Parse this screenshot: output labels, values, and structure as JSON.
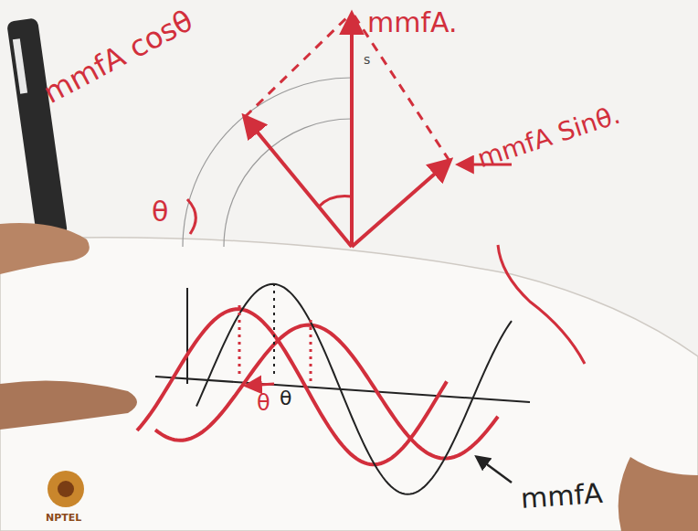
{
  "diagram": {
    "labels": [
      "mmfA cosθ",
      "mmfA.",
      "s",
      "mmfA Sinθ.",
      "θ",
      "θ",
      "θ",
      "mmfA",
      "NPTEL"
    ]
  }
}
